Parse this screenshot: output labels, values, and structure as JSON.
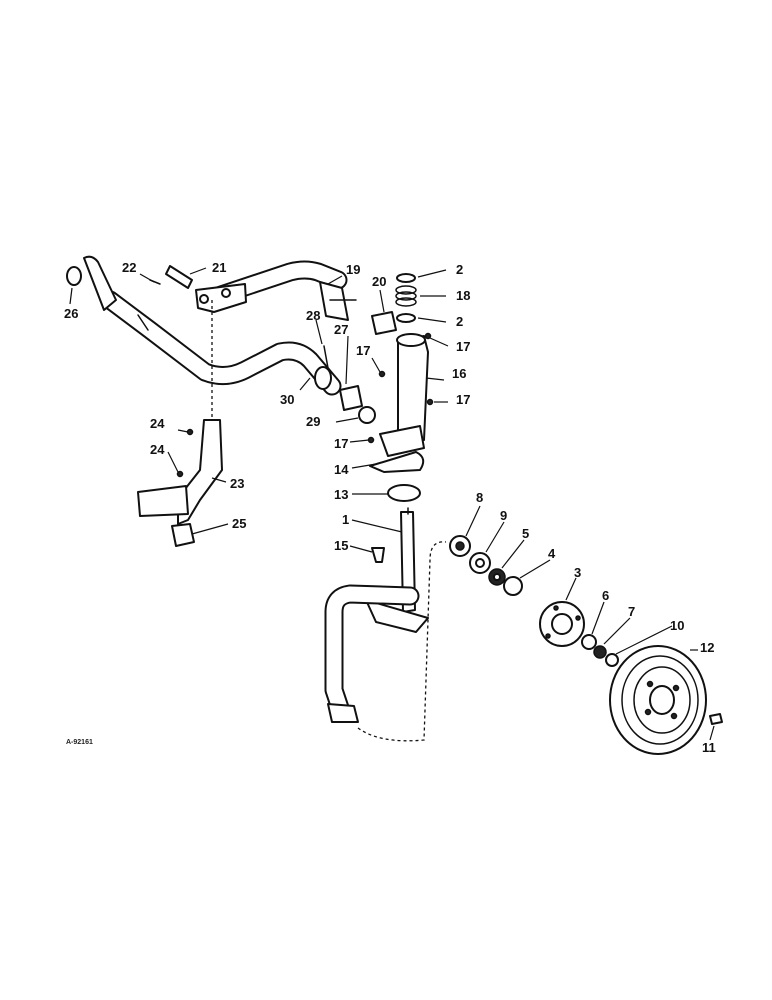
{
  "figure": {
    "reference_code": "A-92161"
  },
  "callouts": [
    {
      "id": "c1",
      "label": "1"
    },
    {
      "id": "c2a",
      "label": "2"
    },
    {
      "id": "c2b",
      "label": "2"
    },
    {
      "id": "c3",
      "label": "3"
    },
    {
      "id": "c4",
      "label": "4"
    },
    {
      "id": "c5",
      "label": "5"
    },
    {
      "id": "c6",
      "label": "6"
    },
    {
      "id": "c7",
      "label": "7"
    },
    {
      "id": "c8",
      "label": "8"
    },
    {
      "id": "c9",
      "label": "9"
    },
    {
      "id": "c10",
      "label": "10"
    },
    {
      "id": "c11",
      "label": "11"
    },
    {
      "id": "c12",
      "label": "12"
    },
    {
      "id": "c13",
      "label": "13"
    },
    {
      "id": "c14",
      "label": "14"
    },
    {
      "id": "c15",
      "label": "15"
    },
    {
      "id": "c16",
      "label": "16"
    },
    {
      "id": "c17a",
      "label": "17"
    },
    {
      "id": "c17b",
      "label": "17"
    },
    {
      "id": "c17c",
      "label": "17"
    },
    {
      "id": "c17d",
      "label": "17"
    },
    {
      "id": "c18",
      "label": "18"
    },
    {
      "id": "c19",
      "label": "19"
    },
    {
      "id": "c20",
      "label": "20"
    },
    {
      "id": "c21",
      "label": "21"
    },
    {
      "id": "c22",
      "label": "22"
    },
    {
      "id": "c23",
      "label": "23"
    },
    {
      "id": "c24a",
      "label": "24"
    },
    {
      "id": "c24b",
      "label": "24"
    },
    {
      "id": "c25",
      "label": "25"
    },
    {
      "id": "c26",
      "label": "26"
    },
    {
      "id": "c27",
      "label": "27"
    },
    {
      "id": "c28",
      "label": "28"
    },
    {
      "id": "c29",
      "label": "29"
    },
    {
      "id": "c30",
      "label": "30"
    }
  ]
}
